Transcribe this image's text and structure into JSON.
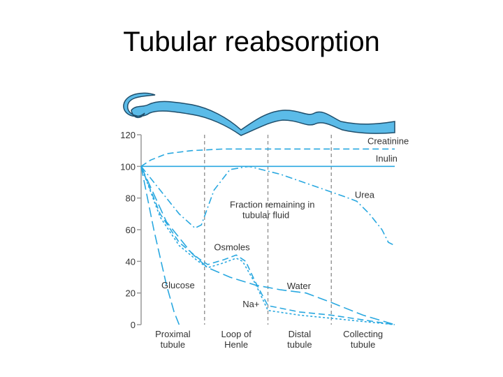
{
  "slide": {
    "title": "Tubular reabsorption"
  },
  "colors": {
    "accent": "#29a8e0",
    "tubule_fill": "#5bbbe8",
    "tubule_stroke": "#1f4e6b",
    "axis": "#999999",
    "text": "#333333"
  },
  "chart_data": {
    "type": "line",
    "title": "",
    "xlabel": "",
    "ylabel": "",
    "ylim": [
      0,
      120
    ],
    "yticks": [
      0,
      20,
      40,
      60,
      80,
      100,
      120
    ],
    "segments": [
      "Proximal tubule",
      "Loop of Henle",
      "Distal tubule",
      "Collecting tubule"
    ],
    "segment_lines": [
      [
        "Proximal",
        "tubule"
      ],
      [
        "Loop of",
        "Henle"
      ],
      [
        "Distal",
        "tubule"
      ],
      [
        "Collecting",
        "tubule"
      ]
    ],
    "x_range": [
      0,
      4
    ],
    "grid": false,
    "annotations": [
      "Fraction remaining in",
      "tubular fluid"
    ],
    "series": [
      {
        "name": "Creatinine",
        "style": "dash",
        "points": [
          [
            0,
            100
          ],
          [
            0.15,
            104
          ],
          [
            0.4,
            108
          ],
          [
            0.8,
            110
          ],
          [
            1.3,
            111
          ],
          [
            2,
            111
          ],
          [
            3,
            111
          ],
          [
            4,
            111
          ]
        ]
      },
      {
        "name": "Inulin",
        "style": "solid",
        "points": [
          [
            0,
            100
          ],
          [
            4,
            100
          ]
        ]
      },
      {
        "name": "Urea",
        "style": "dashdot",
        "points": [
          [
            0,
            100
          ],
          [
            0.3,
            85
          ],
          [
            0.6,
            70
          ],
          [
            0.85,
            61
          ],
          [
            0.95,
            63
          ],
          [
            1.15,
            85
          ],
          [
            1.4,
            98
          ],
          [
            1.7,
            100
          ],
          [
            2.2,
            95
          ],
          [
            2.7,
            88
          ],
          [
            3.2,
            81
          ],
          [
            3.4,
            78
          ],
          [
            3.6,
            70
          ],
          [
            3.8,
            60
          ],
          [
            3.9,
            52
          ],
          [
            4,
            50
          ]
        ]
      },
      {
        "name": "Osmoles",
        "style": "dash",
        "points": [
          [
            0,
            100
          ],
          [
            0.3,
            70
          ],
          [
            0.6,
            52
          ],
          [
            0.9,
            42
          ],
          [
            1.05,
            38
          ],
          [
            1.3,
            41
          ],
          [
            1.5,
            44
          ],
          [
            1.65,
            40
          ],
          [
            1.8,
            27
          ],
          [
            2.0,
            12
          ],
          [
            2.5,
            8
          ],
          [
            3.0,
            6
          ],
          [
            3.5,
            3
          ],
          [
            4,
            0
          ]
        ]
      },
      {
        "name": "Na+",
        "style": "dot",
        "points": [
          [
            0,
            100
          ],
          [
            0.3,
            68
          ],
          [
            0.6,
            50
          ],
          [
            0.9,
            40
          ],
          [
            1.05,
            36
          ],
          [
            1.3,
            39
          ],
          [
            1.5,
            42
          ],
          [
            1.6,
            40
          ],
          [
            1.8,
            26
          ],
          [
            2.0,
            9
          ],
          [
            2.5,
            6
          ],
          [
            3.0,
            4
          ],
          [
            3.5,
            2
          ],
          [
            4,
            0
          ]
        ]
      },
      {
        "name": "Water",
        "style": "longdash",
        "points": [
          [
            0,
            100
          ],
          [
            0.4,
            65
          ],
          [
            0.8,
            45
          ],
          [
            1.05,
            36
          ],
          [
            1.4,
            30
          ],
          [
            1.8,
            25
          ],
          [
            2.2,
            22
          ],
          [
            2.6,
            20
          ],
          [
            3.0,
            14
          ],
          [
            3.5,
            6
          ],
          [
            4,
            0
          ]
        ]
      },
      {
        "name": "Glucose",
        "style": "longdash",
        "points": [
          [
            0,
            100
          ],
          [
            0.2,
            60
          ],
          [
            0.4,
            25
          ],
          [
            0.52,
            8
          ],
          [
            0.6,
            0
          ]
        ]
      }
    ],
    "series_label_anchor": [
      {
        "name": "Creatinine",
        "at": [
          3.57,
          114
        ]
      },
      {
        "name": "Inulin",
        "at": [
          3.7,
          103
        ]
      },
      {
        "name": "Urea",
        "at": [
          3.37,
          80
        ]
      },
      {
        "name": "Osmoles",
        "at": [
          1.15,
          47
        ]
      },
      {
        "name": "Water",
        "at": [
          2.3,
          22.5
        ]
      },
      {
        "name": "Glucose",
        "at": [
          0.32,
          23
        ]
      },
      {
        "name": "Na+",
        "at": [
          1.6,
          11
        ]
      }
    ],
    "annotation_anchor": [
      1.4,
      74
    ]
  }
}
